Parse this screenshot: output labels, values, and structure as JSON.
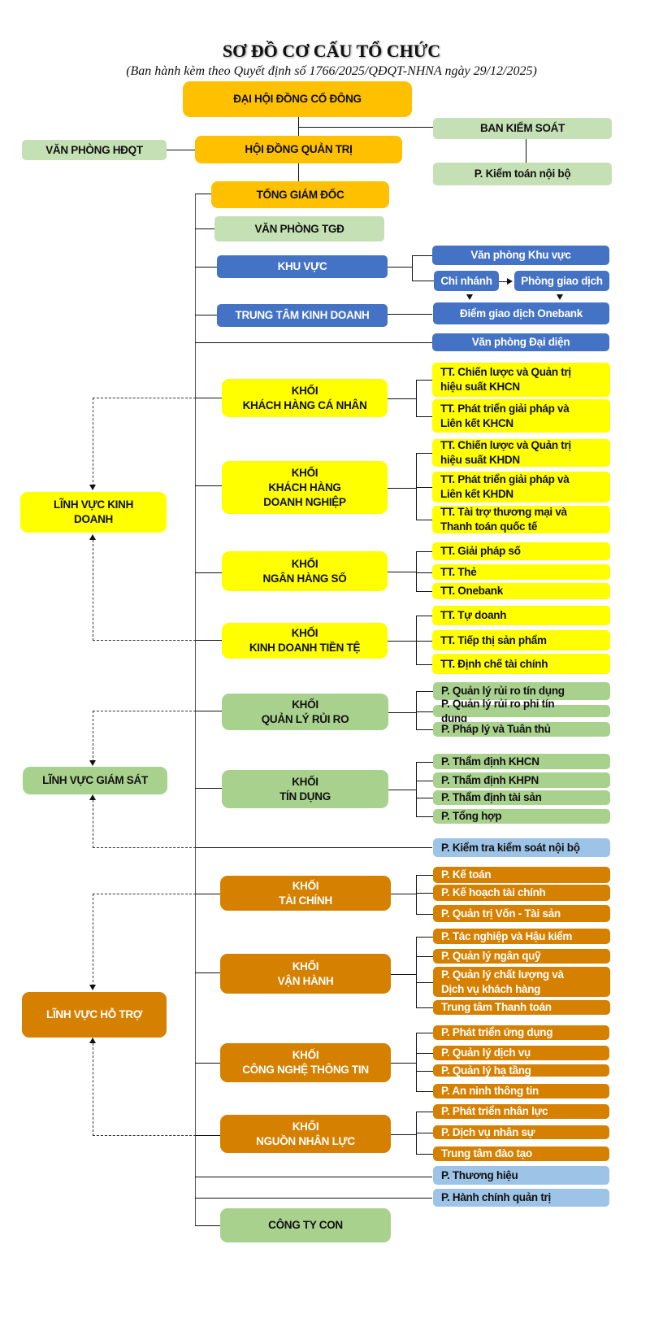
{
  "header": {
    "title": "SƠ ĐỒ CƠ CẤU TỔ CHỨC",
    "subtitle": "(Ban hành kèm theo Quyết định số 1766/2025/QĐQT-NHNA ngày 29/12/2025)"
  },
  "colors": {
    "leadership": "#FFC000",
    "office": "#C5E0B4",
    "network": "#4472C4",
    "business": "#FFFF00",
    "supervision": "#A9D18E",
    "support": "#D68000",
    "standalone": "#9DC3E6"
  },
  "top": {
    "shareholders": "ĐẠI HỘI ĐỒNG CỔ ĐÔNG",
    "supervisory_board": "BAN KIỂM SOÁT",
    "internal_audit": "P. Kiểm toán nội bộ",
    "board_office": "VĂN PHÒNG HĐQT",
    "board": "HỘI ĐỒNG QUẢN TRỊ",
    "ceo": "TỔNG GIÁM ĐỐC",
    "ceo_office": "VĂN PHÒNG TGĐ"
  },
  "network": {
    "region": "KHU VỰC",
    "business_center": "TRUNG TÂM KINH DOANH",
    "region_office": "Văn phòng Khu vực",
    "branch": "Chi nhánh",
    "transaction_office": "Phòng giao dịch",
    "onebank_point": "Điểm giao dịch Onebank",
    "rep_office": "Văn phòng Đại diện"
  },
  "domains": {
    "business": "LĨNH VỰC KINH DOANH",
    "supervision": "LĨNH VỰC GIÁM SÁT",
    "support": "LĨNH VỰC HỖ TRỢ"
  },
  "blocks": [
    {
      "name": "KHỐI\nKHÁCH HÀNG CÁ NHÂN",
      "units": [
        "TT. Chiến lược và Quản trị hiệu suất KHCN",
        "TT. Phát triển giải pháp và Liên kết KHCN"
      ]
    },
    {
      "name": "KHỐI\nKHÁCH HÀNG\nDOANH NGHIỆP",
      "units": [
        "TT. Chiến lược và Quản trị hiệu suất KHDN",
        "TT. Phát triển giải pháp và Liên kết KHDN",
        "TT. Tài trợ thương mại và Thanh toán quốc tế"
      ]
    },
    {
      "name": "KHỐI\nNGÂN HÀNG SỐ",
      "units": [
        "TT. Giải pháp số",
        "TT. Thẻ",
        "TT. Onebank"
      ]
    },
    {
      "name": "KHỐI\nKINH DOANH TIỀN TỆ",
      "units": [
        "TT. Tự doanh",
        "TT. Tiếp thị sản phẩm",
        "TT. Định chế tài chính"
      ]
    },
    {
      "name": "KHỐI\nQUẢN LÝ RỦI RO",
      "units": [
        "P. Quản lý rủi ro tín dụng",
        "P. Quản lý rủi ro phi tín dụng",
        "P. Pháp lý và Tuân thủ"
      ]
    },
    {
      "name": "KHỐI\nTÍN DỤNG",
      "units": [
        "P. Thẩm định KHCN",
        "P. Thẩm định KHPN",
        "P. Thẩm định tài sản",
        "P. Tổng hợp"
      ]
    },
    {
      "name": "KHỐI\nTÀI CHÍNH",
      "units": [
        "P. Kế toán",
        "P. Kế hoạch tài chính",
        "P. Quản trị Vốn - Tài sản"
      ]
    },
    {
      "name": "KHỐI\nVẬN HÀNH",
      "units": [
        "P. Tác nghiệp và Hậu kiểm",
        "P. Quản lý ngân quỹ",
        "P. Quản lý chất lượng và Dịch vụ khách hàng",
        "Trung tâm Thanh toán"
      ]
    },
    {
      "name": "KHỐI\nCÔNG NGHỆ THÔNG TIN",
      "units": [
        "P. Phát triển ứng dụng",
        "P. Quản lý dịch vụ",
        "P. Quản lý hạ tầng",
        "P. An ninh thông tin"
      ]
    },
    {
      "name": "KHỐI\nNGUỒN NHÂN LỰC",
      "units": [
        "P. Phát triển nhân lực",
        "P. Dịch vụ nhân sự",
        "Trung tâm đào tạo"
      ]
    }
  ],
  "standalone": {
    "internal_control": "P. Kiểm tra kiểm soát nội bộ",
    "brand": "P. Thương hiệu",
    "admin": "P. Hành chính quản trị",
    "subsidiaries": "CÔNG TY CON"
  }
}
